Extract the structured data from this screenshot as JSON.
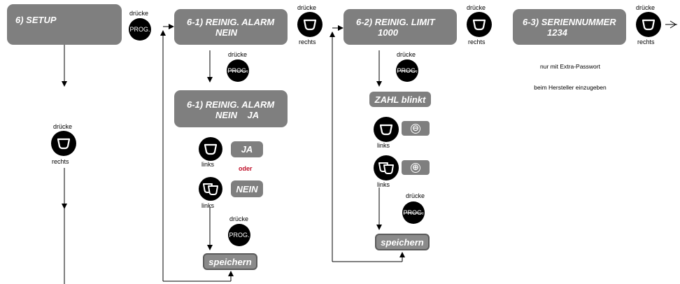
{
  "boxes": {
    "setup": "6) SETUP",
    "alarm_title": "6-1) REINIG. ALARM",
    "alarm_value": "NEIN",
    "alarm2_title": "6-1) REINIG. ALARM",
    "alarm2_value": "NEIN    JA",
    "limit_title": "6-2) REINIG. LIMIT",
    "limit_value": "1000",
    "serial_title": "6-3) SERIENNUMMER",
    "serial_value": "1234"
  },
  "labels": {
    "druecke": "drücke",
    "rechts": "rechts",
    "links": "links",
    "oder": "oder",
    "prog": "PROG.",
    "ja": "JA",
    "nein": "NEIN",
    "speichern": "speichern",
    "zahl_blinkt": "ZAHL blinkt",
    "minus": "⊖",
    "plus": "⊕"
  },
  "note": {
    "line1": "nur mit Extra-Passwort",
    "line2": "beim Hersteller einzugeben"
  },
  "colors": {
    "box": "#7f7f7f",
    "button": "#000000",
    "oder": "#c0102a"
  },
  "icons": {
    "single_cup": "cup-icon",
    "double_cup": "double-cup-icon"
  }
}
